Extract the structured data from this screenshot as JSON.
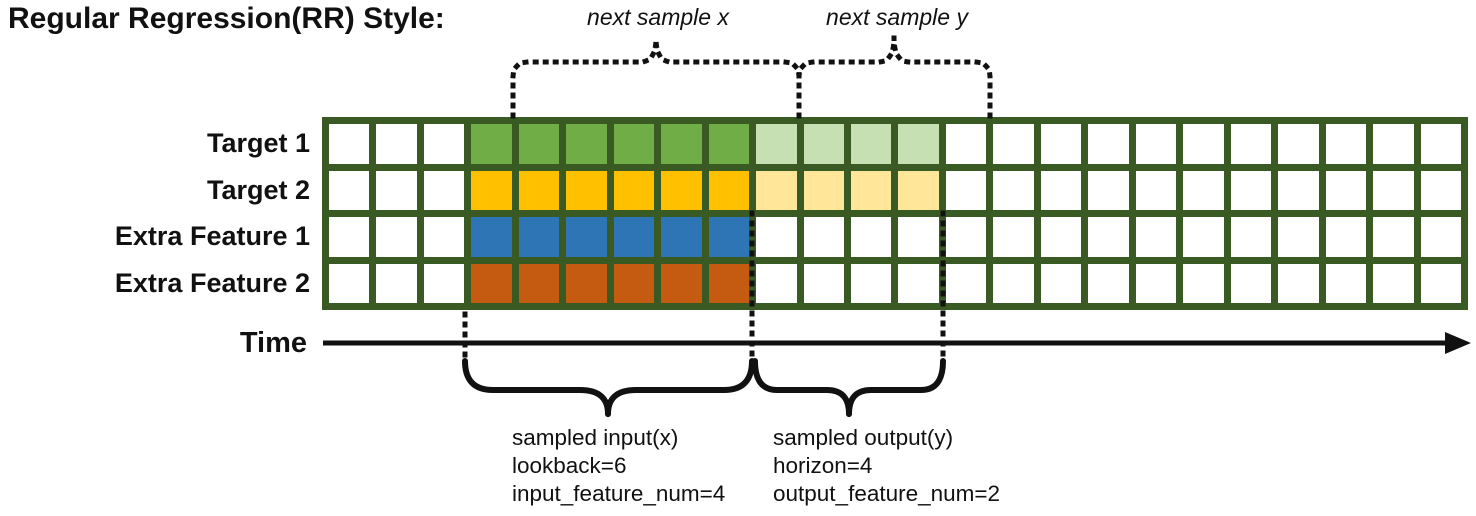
{
  "title": "Regular Regression(RR) Style:",
  "top_annotations": {
    "next_sample_x": "next sample x",
    "next_sample_y": "next sample y"
  },
  "time_axis": {
    "label": "Time"
  },
  "grid": {
    "columns": 24,
    "border_color": "#3A5A24",
    "input": {
      "start": 3,
      "length": 6
    },
    "output": {
      "start": 9,
      "length": 4
    },
    "rows": [
      {
        "label": "Target 1",
        "input_color": "#70AD47",
        "output_color": "#C6E0B4"
      },
      {
        "label": "Target 2",
        "input_color": "#FFC000",
        "output_color": "#FFE699"
      },
      {
        "label": "Extra Feature 1",
        "input_color": "#2E75B6",
        "output_color": null
      },
      {
        "label": "Extra Feature 2",
        "input_color": "#C55A11",
        "output_color": null
      }
    ]
  },
  "bottom_annotations": {
    "input_lines": [
      "sampled input(x)",
      "lookback=6",
      "input_feature_num=4"
    ],
    "output_lines": [
      "sampled output(y)",
      "horizon=4",
      "output_feature_num=2"
    ]
  },
  "line_color": "#111111"
}
